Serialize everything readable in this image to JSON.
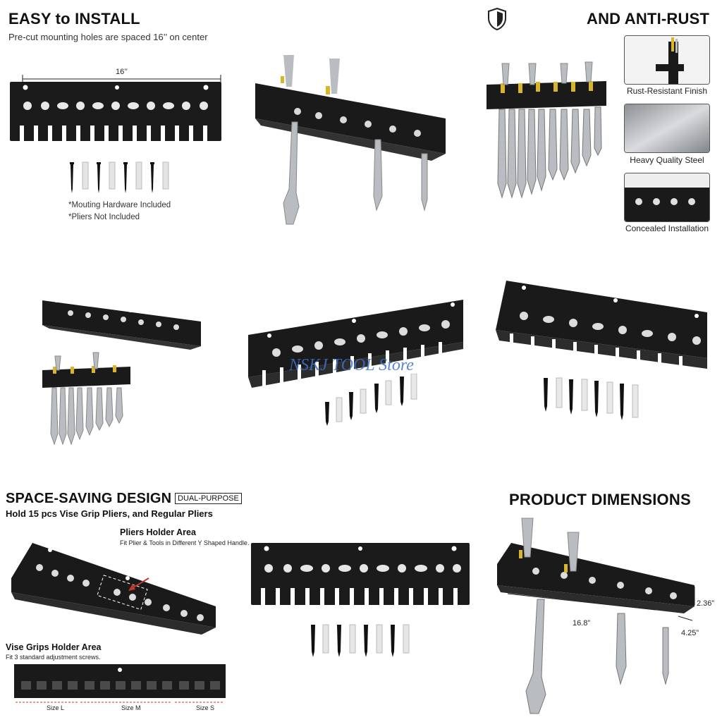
{
  "panel_install": {
    "title": "EASY to INSTALL",
    "subtitle": "Pre-cut mounting holes are spaced 16’’ on center",
    "dimension": "16’’",
    "note_hardware": "*Mouting Hardware Included",
    "note_pliers": "*Pliers Not Included"
  },
  "panel_rust": {
    "title": "AND ANTI-RUST",
    "features": [
      {
        "label": "Rust-Resistant Finish"
      },
      {
        "label": "Heavy Quality Steel"
      },
      {
        "label": "Concealed Installation"
      }
    ],
    "shield_icon": "shield-icon"
  },
  "watermark": "NSKJ TOOL Store",
  "panel_space": {
    "title": "SPACE-SAVING DESIGN",
    "badge": "DUAL-PURPOSE",
    "subtitle": "Hold 15 pcs Vise Grip Pliers, and Regular Pliers",
    "pliers_area_title": "Pliers Holder Area",
    "pliers_area_note": "Fit Plier & Tools in Different Y Shaped Handle.",
    "vise_area_title": "Vise Grips Holder Area",
    "vise_area_note": "Fit 3 standard adjustment screws.",
    "size_l": "Size L",
    "size_m": "Size M",
    "size_s": "Size S"
  },
  "panel_dimensions": {
    "title": "PRODUCT DIMENSIONS",
    "width": "16.8”",
    "height": "2.36”",
    "depth": "4.25”"
  },
  "colors": {
    "rack": "#1a1a1a",
    "rack_edge": "#3a3a3a",
    "steel": "#b9bcc0",
    "yellow": "#d8b52a",
    "anchor": "#e6e6e6",
    "accent_red": "#c0392b",
    "watermark": "#3f6fc9"
  }
}
